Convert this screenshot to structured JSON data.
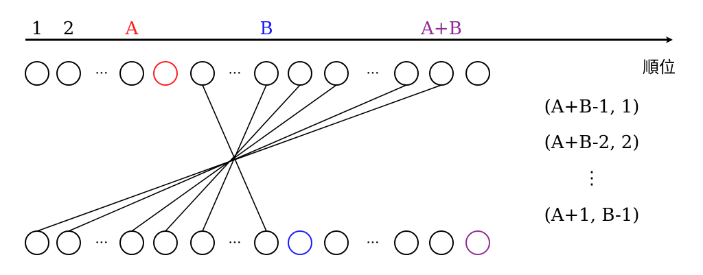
{
  "colors": {
    "black": "#000000",
    "a": "#ff1a1a",
    "b": "#1a1aff",
    "apb": "#922b96"
  },
  "axis_labels": [
    {
      "text": "1",
      "color": "black",
      "slot": 0
    },
    {
      "text": "2",
      "color": "black",
      "slot": 1
    },
    {
      "text": "A",
      "color": "a",
      "slot": 3
    },
    {
      "text": "B",
      "color": "b",
      "slot": 7
    },
    {
      "text": "A+B",
      "color": "apb",
      "slot": 12
    }
  ],
  "axis_title": "順位",
  "ellipsis": "···",
  "top_row": [
    "node",
    "node",
    "dots",
    "node",
    "a",
    "node",
    "dots",
    "node",
    "node",
    "node",
    "dots",
    "node",
    "node",
    "node"
  ],
  "bottom_row": [
    "node",
    "node",
    "dots",
    "node",
    "node",
    "node",
    "dots",
    "node",
    "b",
    "node",
    "dots",
    "node",
    "node",
    "apb"
  ],
  "connections": [
    [
      5,
      7
    ],
    [
      7,
      5
    ],
    [
      8,
      4
    ],
    [
      9,
      3
    ],
    [
      11,
      1
    ],
    [
      12,
      0
    ]
  ],
  "pairs": [
    "(A+B-1, 1)",
    "(A+B-2, 2)",
    "⋮",
    "(A+1, B-1)"
  ]
}
